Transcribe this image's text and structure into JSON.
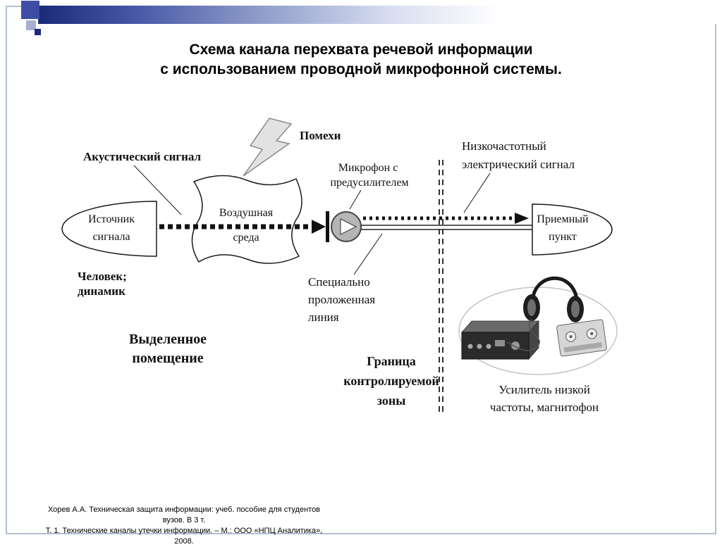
{
  "slide": {
    "title": [
      "Схема канала перехвата речевой информации",
      "с использованием проводной микрофонной системы."
    ],
    "footer": [
      "Хорев А.А.  Техническая  защита информации: учеб. пособие для студентов вузов. В 3 т.",
      "Т. 1. Технические каналы утечки информации. – М.: ООО «НПЦ Аналитика», 2008."
    ]
  },
  "diagram": {
    "acoustic_signal_label": "Акустический сигнал",
    "interference_label": "Помехи",
    "source": [
      "Источник",
      "сигнала"
    ],
    "human": [
      "Человек;",
      "динамик"
    ],
    "air": [
      "Воздушная",
      "среда"
    ],
    "microphone": [
      "Микрофон с",
      "предусилителем"
    ],
    "lf_signal": [
      "Низкочастотный",
      "электрический сигнал"
    ],
    "receiver": [
      "Приемный",
      "пункт"
    ],
    "laid_line": [
      "Специально",
      "проложенная",
      "линия"
    ],
    "room": [
      "Выделенное",
      "помещение"
    ],
    "zone_border": [
      "Граница",
      "контролируемой",
      "зоны"
    ],
    "amplifier": [
      "Усилитель низкой",
      "частоты, магнитофон"
    ]
  },
  "icons": {
    "interference": "lightning-bolt",
    "microphone_preamp": "circle-with-play-triangle",
    "receiver_equipment": "amplifier-box, headphones, tape-recorder"
  },
  "colors": {
    "frame_border": "#b4bdd4",
    "banner_navy": "#1b2a78",
    "banner_blue": "#4a5aa8",
    "square_blue": "#3d4da6",
    "square_light": "#a8b0d0",
    "diagram_ink": "#1a1a1a"
  }
}
